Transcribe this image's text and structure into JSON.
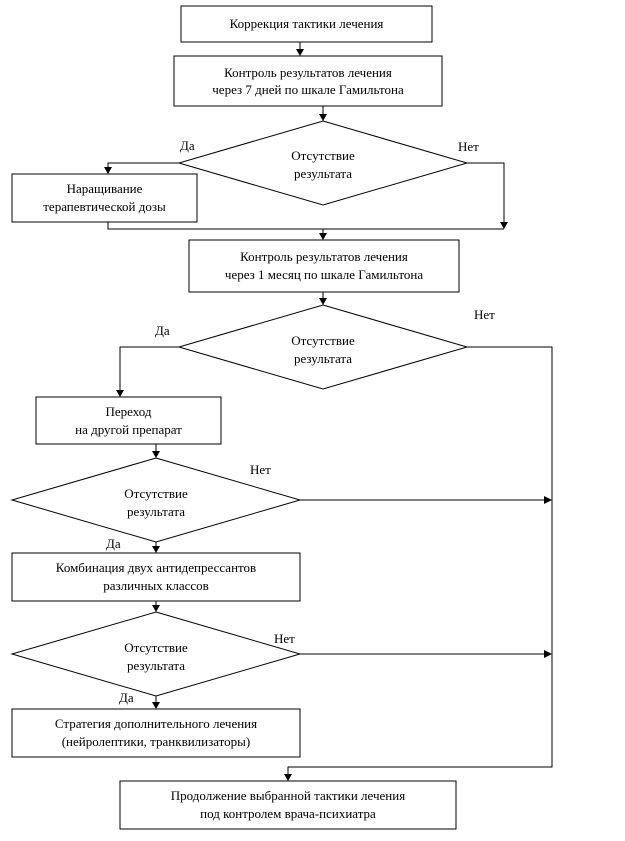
{
  "boxes": {
    "correction": [
      "Коррекция тактики лечения"
    ],
    "control_7": [
      "Контроль результатов лечения",
      "через 7 дней по шкале Гамильтона"
    ],
    "increase_dose": [
      "Наращивание",
      "терапевтической дозы"
    ],
    "control_1m": [
      "Контроль результатов лечения",
      "через 1 месяц по шкале Гамильтона"
    ],
    "switch_drug": [
      "Переход",
      "на другой препарат"
    ],
    "combination": [
      "Комбинация двух антидепрессантов",
      "различных классов"
    ],
    "additional": [
      "Стратегия дополнительного лечения",
      "(нейролептики, транквилизаторы)"
    ],
    "continue": [
      "Продолжение выбранной тактики лечения",
      "под контролем врача-психиатра"
    ]
  },
  "decision_text": [
    "Отсутствие",
    "результата"
  ],
  "labels": {
    "yes": "Да",
    "no": "Нет"
  }
}
